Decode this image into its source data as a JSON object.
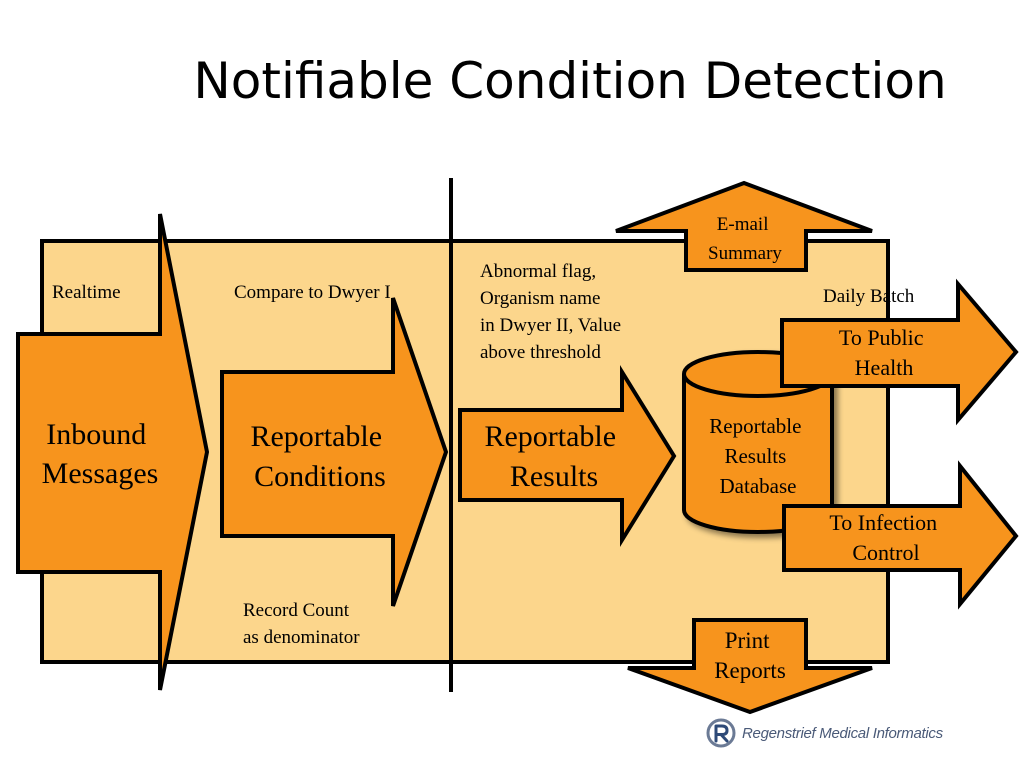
{
  "title": "Notifiable Condition Detection",
  "labels": {
    "realtime": "Realtime",
    "compare": "Compare to Dwyer I",
    "abnormal_lines": [
      "Abnormal flag,",
      "Organism name",
      "in Dwyer II, Value",
      "above threshold"
    ],
    "daily_batch": "Daily Batch",
    "record_count_lines": [
      "Record Count",
      "as denominator"
    ]
  },
  "shapes": {
    "inbound_lines": [
      "Inbound",
      "Messages"
    ],
    "conditions_lines": [
      "Reportable",
      "Conditions"
    ],
    "results_lines": [
      "Reportable",
      "Results"
    ],
    "database_lines": [
      "Reportable",
      "Results",
      "Database"
    ],
    "email_lines": [
      "E-mail",
      "Summary"
    ],
    "public_health_lines": [
      "To Public",
      "Health"
    ],
    "infection_lines": [
      "To Infection",
      "Control"
    ],
    "print_lines": [
      "Print",
      "Reports"
    ]
  },
  "logo": {
    "text": "Regenstrief Medical Informatics",
    "icon": "regenstrief-logo-icon"
  },
  "colors": {
    "panel_fill": "#fcd68c",
    "shape_fill": "#f7941d",
    "outline": "#000000"
  }
}
